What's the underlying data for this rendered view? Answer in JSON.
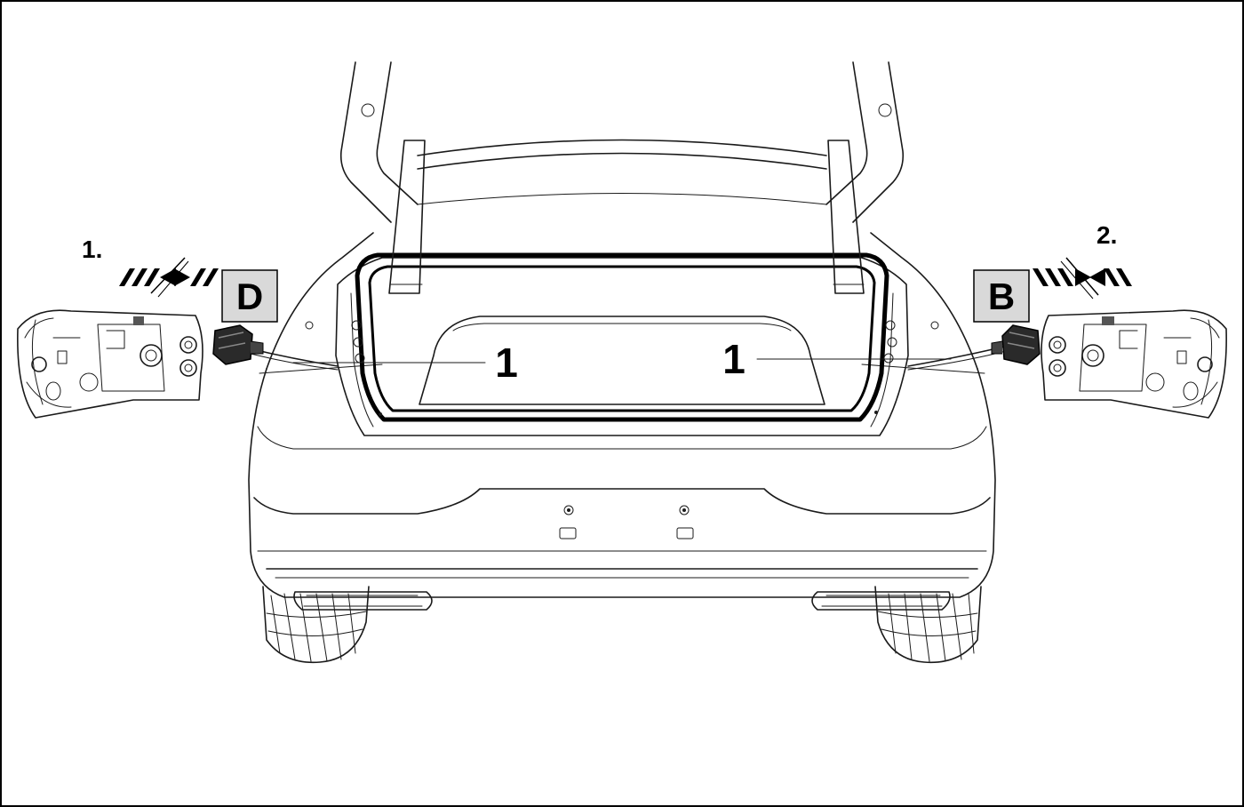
{
  "steps": {
    "step_1": "1.",
    "step_2": "2."
  },
  "connectors": {
    "left": "D",
    "right": "B"
  },
  "callouts": {
    "left": "1",
    "right": "1"
  },
  "colors": {
    "line": "#1a1a1a",
    "label_box": "#d9d9d9",
    "connector": "#2a2a2a",
    "background": "#ffffff"
  },
  "icons": {
    "left_action": "press-release-arrows-icon",
    "right_action": "press-release-arrows-icon"
  }
}
